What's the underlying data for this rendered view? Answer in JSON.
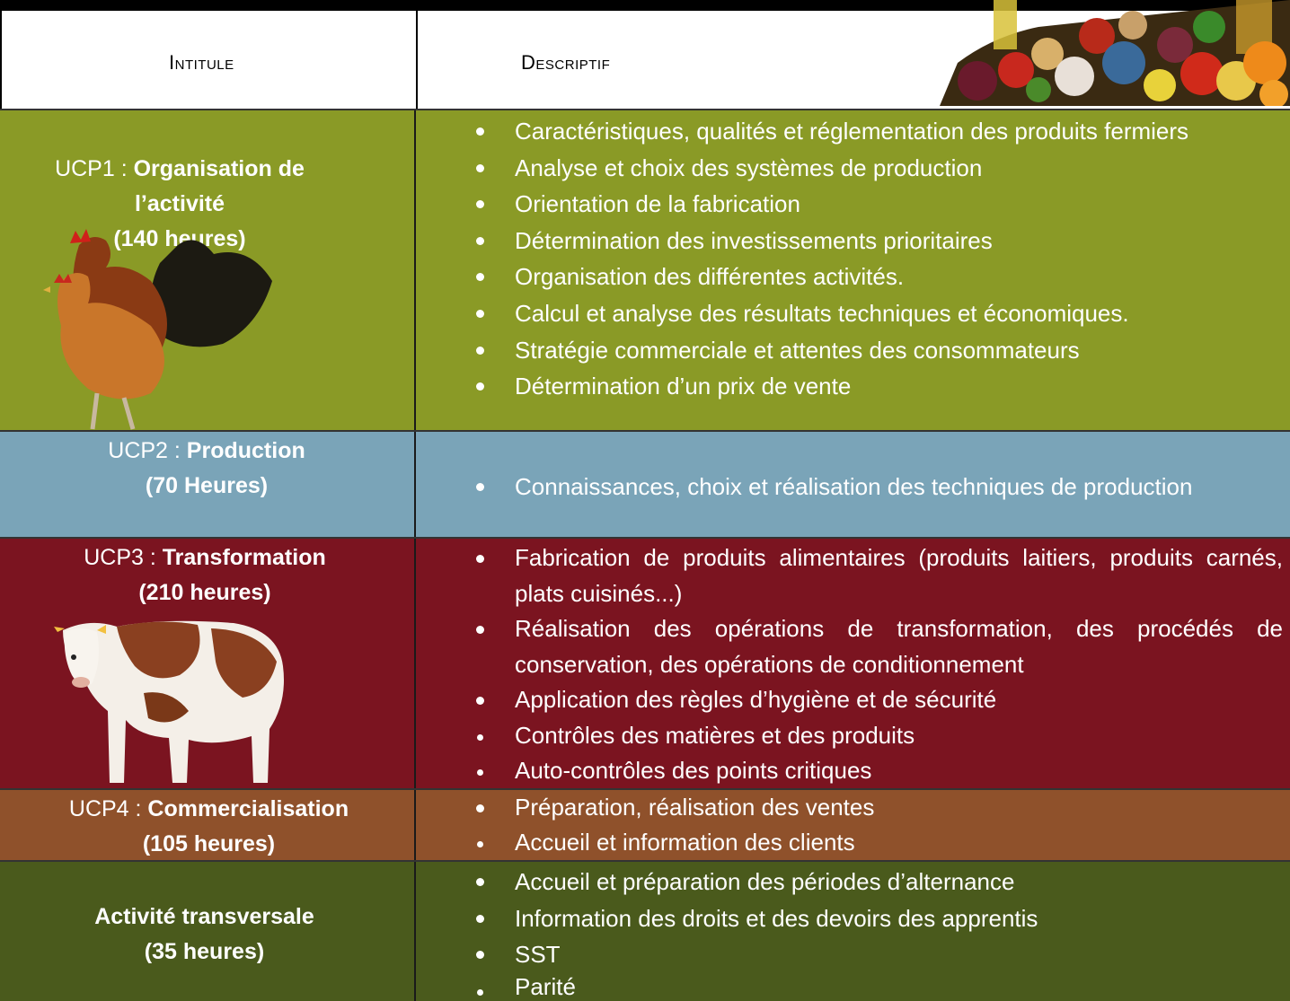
{
  "header": {
    "col1": "Intitule",
    "col2": "Descriptif"
  },
  "rows": {
    "ucp1": {
      "code": "UCP1 : ",
      "name": "Organisation de l’activité",
      "hours": "(140 heures)",
      "items": [
        "Caractéristiques, qualités et réglementation des produits fermiers",
        "Analyse et choix des systèmes de production",
        "Orientation de la fabrication",
        "Détermination des investissements prioritaires",
        "Organisation des différentes activités.",
        "Calcul et analyse des résultats techniques et économiques.",
        "Stratégie commerciale et attentes des consommateurs",
        "Détermination d’un prix de vente"
      ]
    },
    "ucp2": {
      "code": "UCP2 :  ",
      "name": "Production",
      "hours": "(70 Heures)",
      "items": [
        "Connaissances, choix et réalisation des techniques de production"
      ]
    },
    "ucp3": {
      "code": "UCP3 :  ",
      "name": "Transformation",
      "hours": "(210 heures)",
      "items": [
        "Fabrication de produits alimentaires (produits laitiers, produits carnés, plats cuisinés...)",
        "Réalisation des opérations de transformation, des procédés de conservation, des opérations de conditionnement",
        "Application des règles d’hygiène et de sécurité",
        "Contrôles des matières et des produits",
        "Auto-contrôles des points critiques"
      ]
    },
    "ucp4": {
      "code": "UCP4 :  ",
      "name": "Commercialisation",
      "hours": "(105 heures)",
      "items": [
        "Préparation, réalisation des ventes",
        "Accueil et information des clients"
      ]
    },
    "trans": {
      "name": "Activité transversale",
      "hours": "(35 heures)",
      "items": [
        "Accueil et préparation des périodes d’alternance",
        "Information des droits et des devoirs des apprentis",
        "SST",
        "Parité"
      ]
    }
  },
  "images": {
    "fruit": "fruit-vegetables-image",
    "hens": "hens-image",
    "cow": "cow-image"
  }
}
